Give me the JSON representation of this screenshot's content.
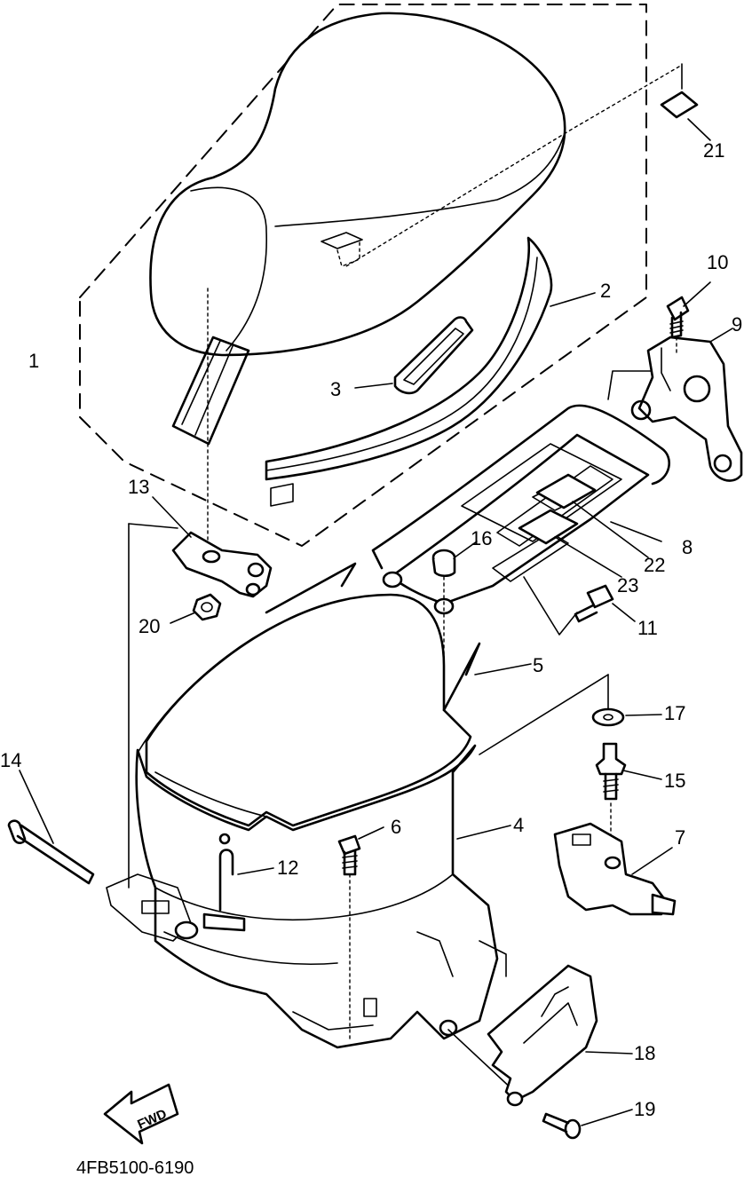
{
  "diagram": {
    "labels": {
      "p1": "1",
      "p2": "2",
      "p3": "3",
      "p4": "4",
      "p5": "5",
      "p6": "6",
      "p7": "7",
      "p8": "8",
      "p9": "9",
      "p10": "10",
      "p11": "11",
      "p12": "12",
      "p13": "13",
      "p14": "14",
      "p15": "15",
      "p16": "16",
      "p17": "17",
      "p18": "18",
      "p19": "19",
      "p20": "20",
      "p21": "21",
      "p22": "22",
      "p23": "23"
    },
    "fwd_label": "FWD",
    "code": "4FB5100-6190"
  }
}
